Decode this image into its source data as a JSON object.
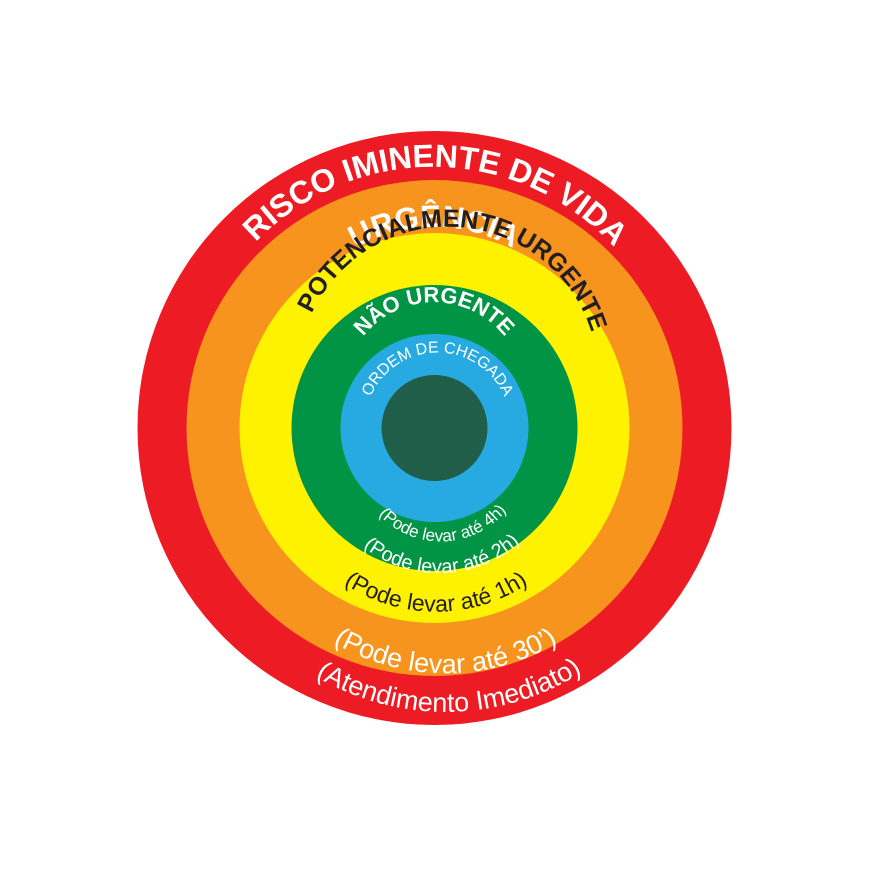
{
  "rings": [
    {
      "id": "red",
      "color": "#ed1c24",
      "title": "RISCO IMINENTE DE VIDA",
      "subtitle": "(Atendimento Imediato)",
      "title_color": "#ffffff",
      "subtitle_color": "#ffffff"
    },
    {
      "id": "orange",
      "color": "#f7941d",
      "title": "URGÊNCIA",
      "subtitle": "(Pode levar até 30’)",
      "title_color": "#ffffff",
      "subtitle_color": "#ffffff"
    },
    {
      "id": "yellow",
      "color": "#fff200",
      "title": "POTENCIALMENTE URGENTE",
      "subtitle": "(Pode levar até 1h)",
      "title_color": "#231f20",
      "subtitle_color": "#231f20"
    },
    {
      "id": "green",
      "color": "#009444",
      "title": "NÃO URGENTE",
      "subtitle": "(Pode levar até 2h)",
      "title_color": "#ffffff",
      "subtitle_color": "#ffffff"
    },
    {
      "id": "blue",
      "color": "#27aae1",
      "title": "ORDEM DE CHEGADA",
      "subtitle": "(Pode levar até 4h)",
      "title_color": "#ffffff",
      "subtitle_color": "#ffffff"
    }
  ],
  "center_color": "#215e4a"
}
